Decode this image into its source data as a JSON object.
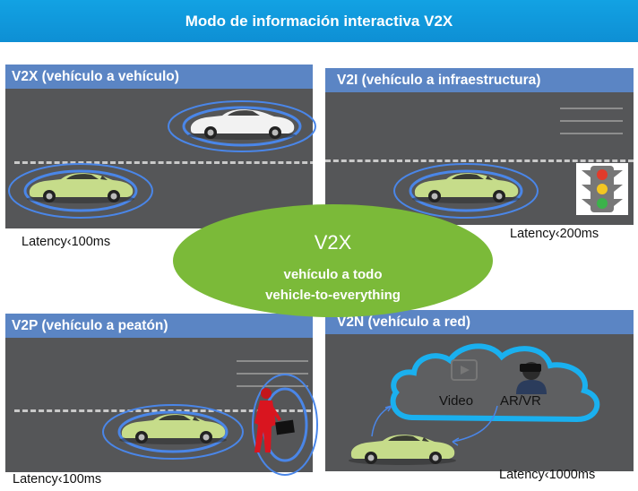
{
  "banner": {
    "title": "Modo de información interactiva V2X"
  },
  "panels": {
    "v2v": {
      "title": "V2X (vehículo a vehículo)",
      "latency": "Latency‹100ms"
    },
    "v2i": {
      "title": "V2I (vehículo a infraestructura)",
      "latency": "Latency‹200ms"
    },
    "v2p": {
      "title": "V2P (vehículo a peatón)",
      "latency": "Latency‹100ms"
    },
    "v2n": {
      "title": "V2N (vehículo a red)",
      "latency": "Latency‹1000ms",
      "video_label": "Video",
      "arvr_label": "AR/VR"
    }
  },
  "center": {
    "title": "V2X",
    "line1": "vehículo a todo",
    "line2": "vehicle-to-everything"
  },
  "colors": {
    "banner": "#12a2e3",
    "header": "#5b85c4",
    "road": "#555658",
    "ellipse": "#7bba39",
    "signal": "#4a86e8",
    "cloud_stroke": "#1ab0ef"
  }
}
